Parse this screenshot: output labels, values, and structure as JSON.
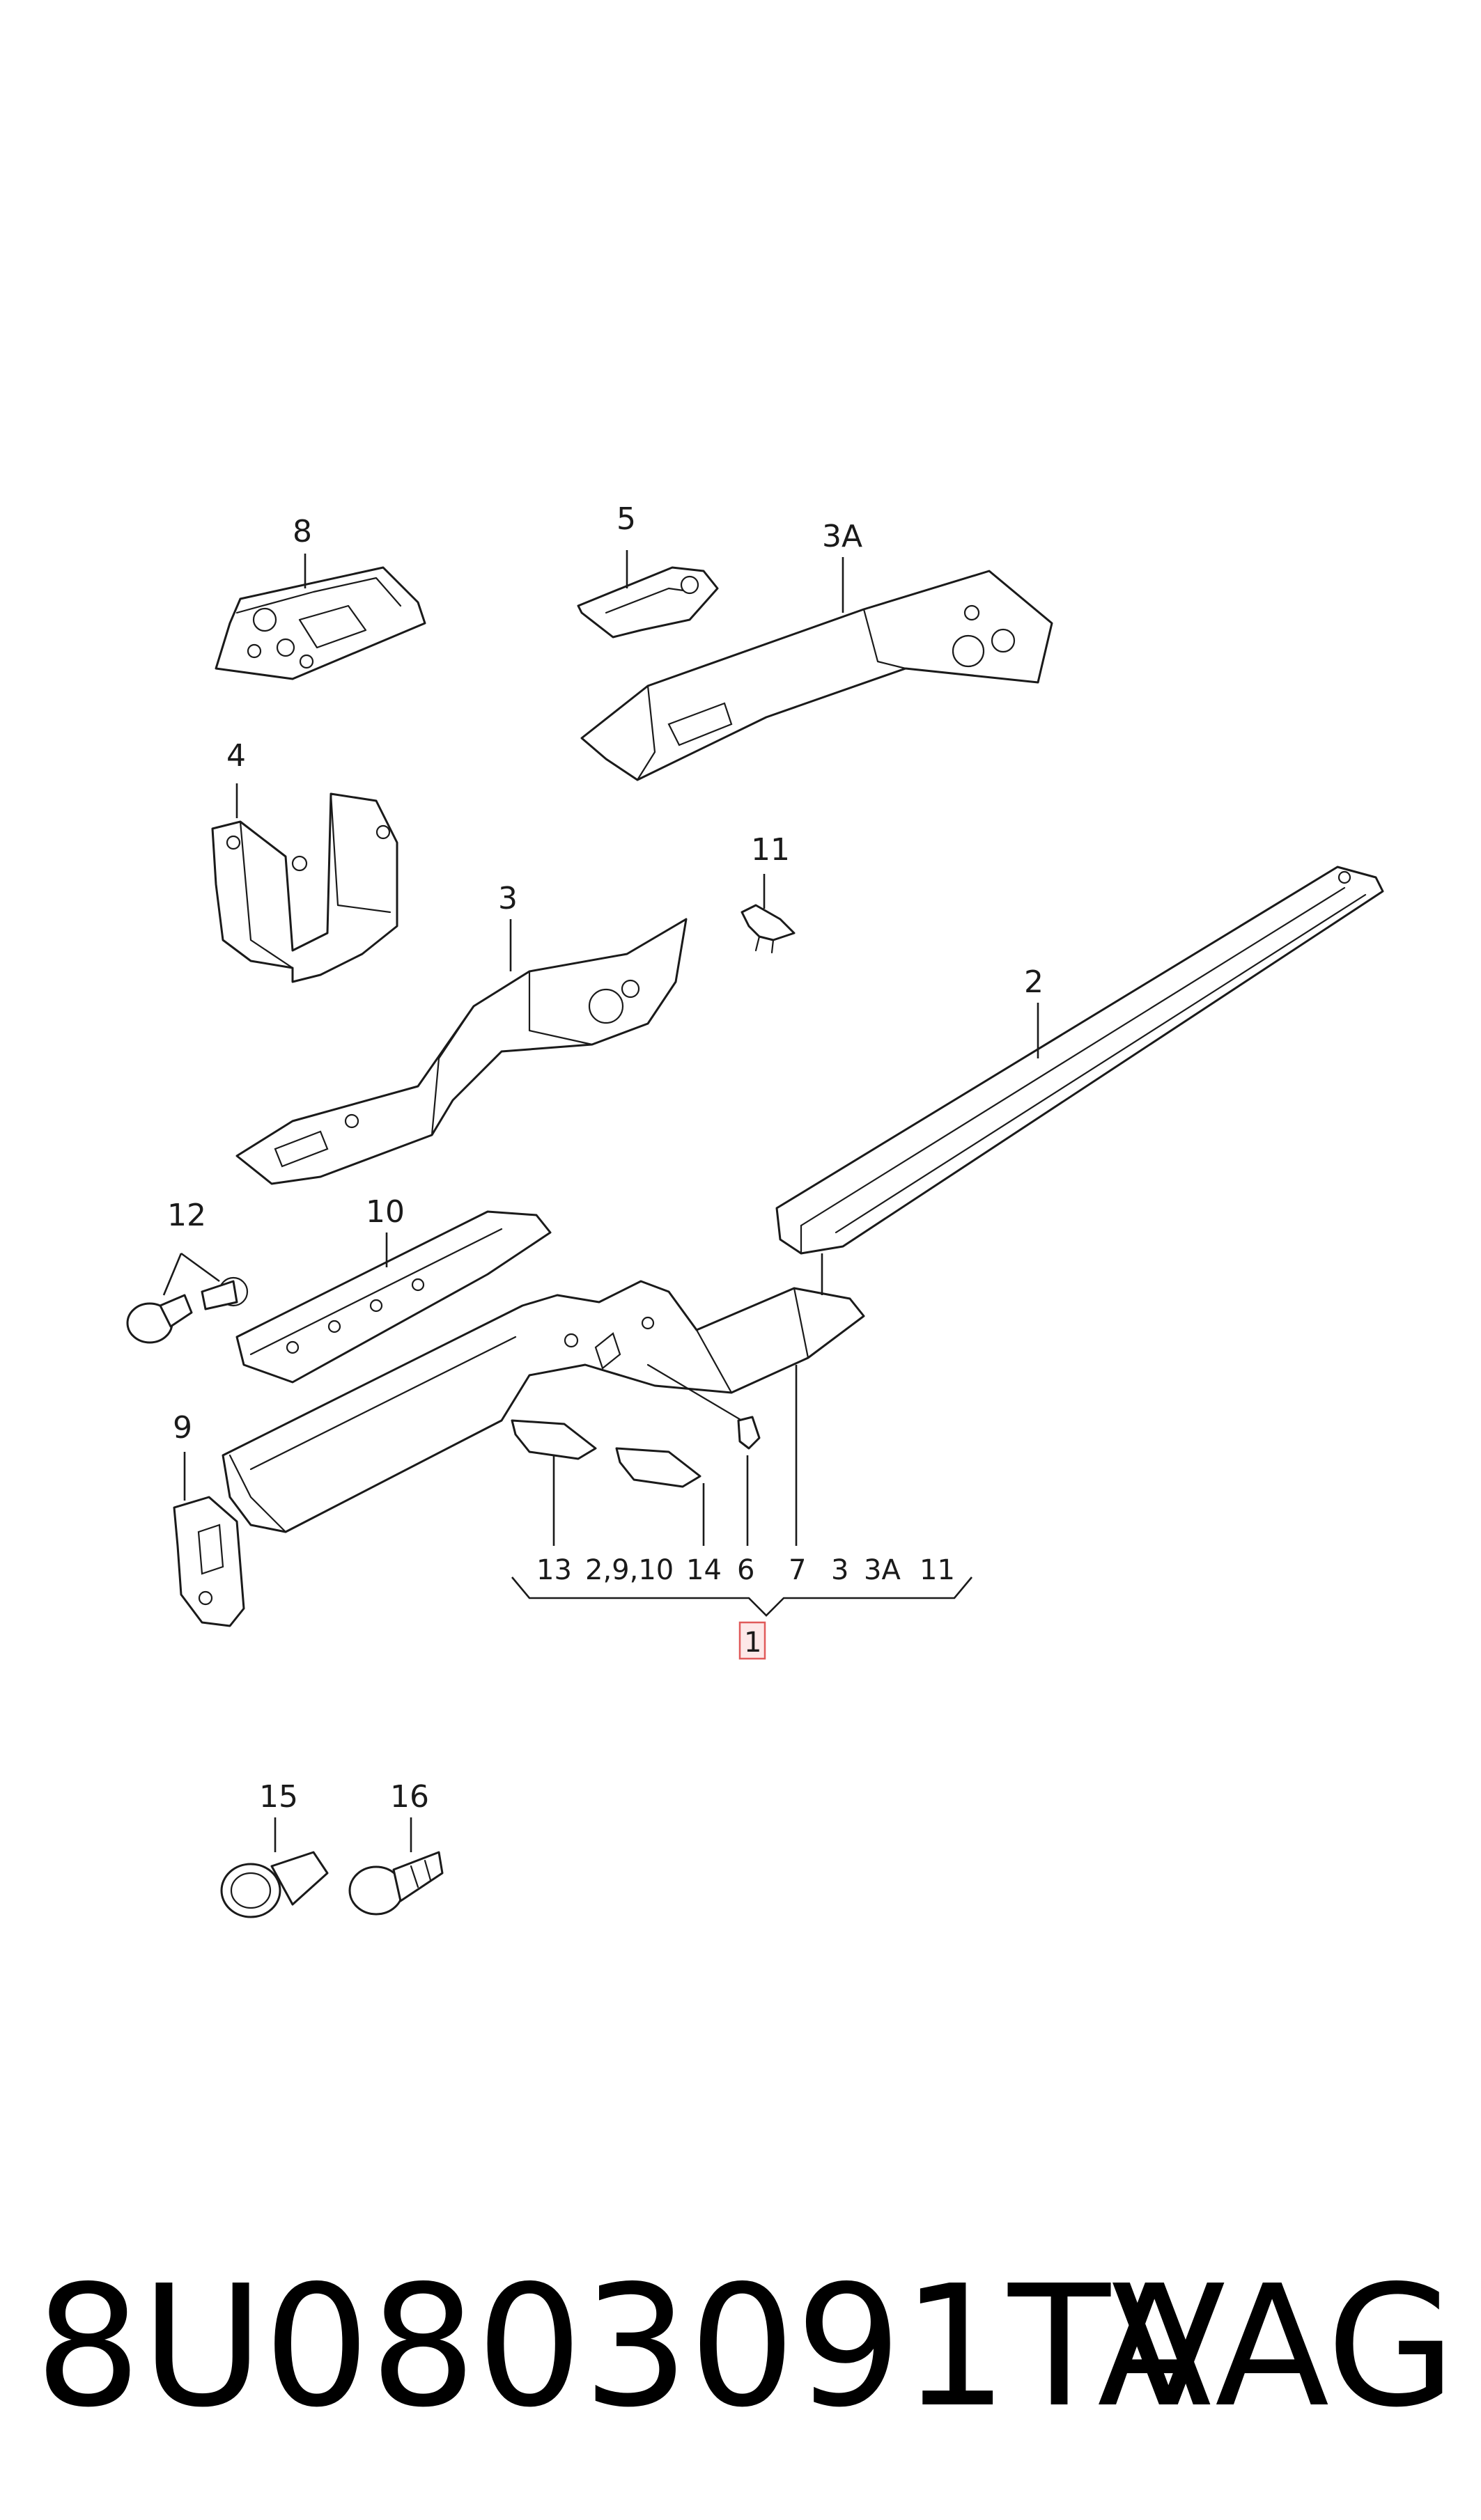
{
  "callouts": {
    "c8": "8",
    "c5": "5",
    "c3a": "3A",
    "c4": "4",
    "c11": "11",
    "c3": "3",
    "c2": "2",
    "c12": "12",
    "c10": "10",
    "c9": "9",
    "c15": "15",
    "c16": "16"
  },
  "assembly": {
    "label": "1",
    "components": [
      "13",
      "2,9,10",
      "14",
      "6",
      "7",
      "3",
      "3A",
      "11"
    ],
    "highlight_color": "#e05a5a"
  },
  "footer": {
    "part_number": "8U0803091TA",
    "brand": "VAG"
  }
}
